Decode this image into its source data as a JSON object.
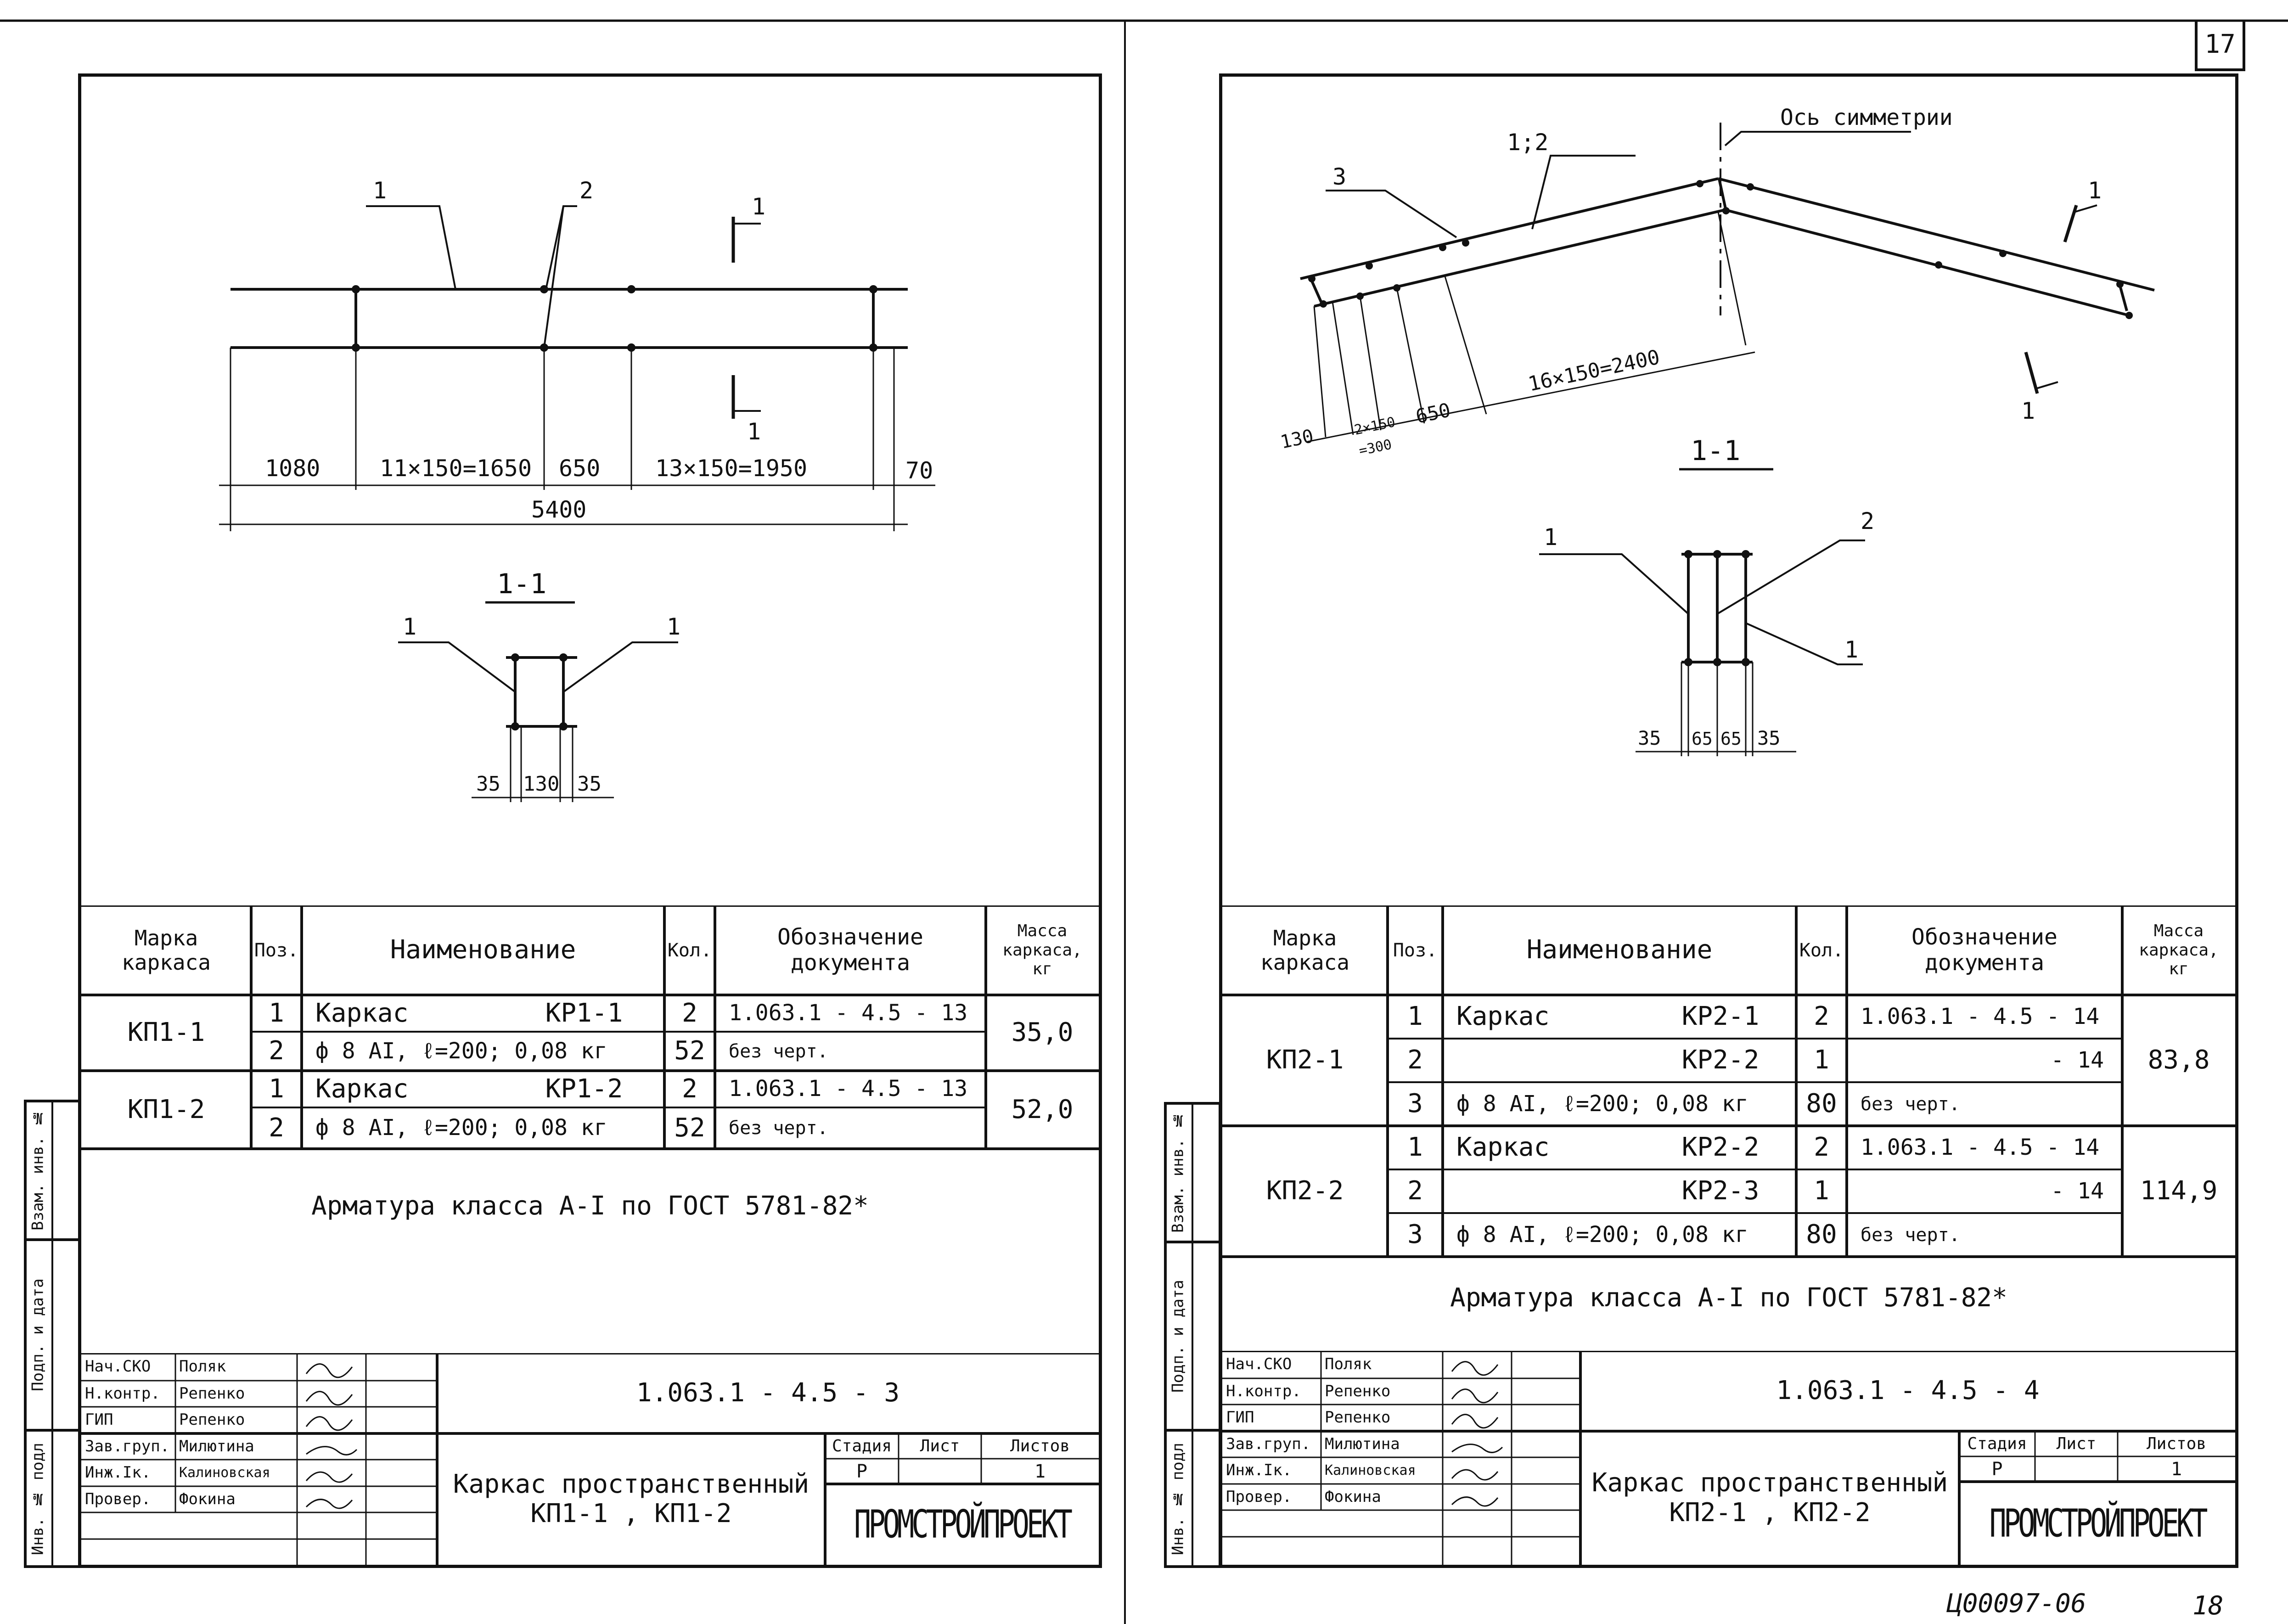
{
  "page": {
    "sheet_number": "17",
    "code": "Ц00097-06",
    "page_number": "18"
  },
  "side_labels": {
    "inv_podl": "Инв. № подл",
    "podp_data": "Подп. и дата",
    "vzam_inv": "Взам. инв. №"
  },
  "left": {
    "drawing": {
      "labels": [
        "1",
        "2",
        "1",
        "1"
      ],
      "dims": [
        "1080",
        "11×150=1650",
        "650",
        "13×150=1950",
        "70",
        "5400"
      ],
      "section_title": "1-1",
      "section_labels": [
        "1",
        "1"
      ],
      "section_dims": [
        "35",
        "130",
        "35"
      ]
    },
    "spec": {
      "headers": [
        "Марка\nкаркаса",
        "Поз.",
        "Наименование",
        "Кол.",
        "Обозначение\nдокумента",
        "Масса\nкаркаса,\nкг"
      ],
      "groups": [
        {
          "mark": "КП1-1",
          "mass": "35,0",
          "rows": [
            {
              "pos": "1",
              "name": "Каркас",
              "name2": "КР1-1",
              "qty": "2",
              "doc": "1.063.1 - 4.5 - 13"
            },
            {
              "pos": "2",
              "name": "ф 8 АI, ℓ=200; 0,08 кг",
              "name2": "",
              "qty": "52",
              "doc": "без черт."
            }
          ]
        },
        {
          "mark": "КП1-2",
          "mass": "52,0",
          "rows": [
            {
              "pos": "1",
              "name": "Каркас",
              "name2": "КР1-2",
              "qty": "2",
              "doc": "1.063.1 - 4.5 - 13"
            },
            {
              "pos": "2",
              "name": "ф 8 АI, ℓ=200; 0,08 кг",
              "name2": "",
              "qty": "52",
              "doc": "без черт."
            }
          ]
        }
      ],
      "note": "Арматура класса А-I по ГОСТ 5781-82*"
    },
    "title_block": {
      "roles": [
        "Нач.СКО",
        "Н.контр.",
        "ГИП",
        "Зав.груп.",
        "Инж.Iк.",
        "Провер."
      ],
      "names": [
        "Поляк",
        "Репенко",
        "Репенко",
        "Милютина",
        "Калиновская",
        "Фокина"
      ],
      "doc_code": "1.063.1 - 4.5 - 3",
      "title": "Каркас пространственный\nКП1-1 , КП1-2",
      "stage_label": "Стадия",
      "sheet_label": "Лист",
      "sheets_label": "Листов",
      "stage": "Р",
      "sheet": "",
      "sheets": "1",
      "org": "ПРОМСТРОЙПРОЕКТ"
    }
  },
  "right": {
    "drawing": {
      "axis_label": "Ось симметрии",
      "scale_label": "1;2",
      "labels": [
        "3",
        "1",
        "1"
      ],
      "dims": [
        "130",
        "2×150",
        "=300",
        "650",
        "16×150=2400"
      ],
      "section_title": "1-1",
      "section_labels": [
        "1",
        "2",
        "1"
      ],
      "section_dims": [
        "35",
        "65",
        "65",
        "35"
      ]
    },
    "spec": {
      "headers": [
        "Марка\nкаркаса",
        "Поз.",
        "Наименование",
        "Кол.",
        "Обозначение\nдокумента",
        "Масса\nкаркаса,\nкг"
      ],
      "groups": [
        {
          "mark": "КП2-1",
          "mass": "83,8",
          "rows": [
            {
              "pos": "1",
              "name": "Каркас",
              "name2": "КР2-1",
              "qty": "2",
              "doc": "1.063.1 - 4.5 - 14"
            },
            {
              "pos": "2",
              "name": "",
              "name2": "КР2-2",
              "qty": "1",
              "doc": "- 14"
            },
            {
              "pos": "3",
              "name": "ф 8 АI, ℓ=200; 0,08 кг",
              "name2": "",
              "qty": "80",
              "doc": "без черт."
            }
          ]
        },
        {
          "mark": "КП2-2",
          "mass": "114,9",
          "rows": [
            {
              "pos": "1",
              "name": "Каркас",
              "name2": "КР2-2",
              "qty": "2",
              "doc": "1.063.1 - 4.5 - 14"
            },
            {
              "pos": "2",
              "name": "",
              "name2": "КР2-3",
              "qty": "1",
              "doc": "- 14"
            },
            {
              "pos": "3",
              "name": "ф 8 АI, ℓ=200; 0,08 кг",
              "name2": "",
              "qty": "80",
              "doc": "без черт."
            }
          ]
        }
      ],
      "note": "Арматура класса А-I по ГОСТ 5781-82*"
    },
    "title_block": {
      "roles": [
        "Нач.СКО",
        "Н.контр.",
        "ГИП",
        "Зав.груп.",
        "Инж.Iк.",
        "Провер."
      ],
      "names": [
        "Поляк",
        "Репенко",
        "Репенко",
        "Милютина",
        "Калиновская",
        "Фокина"
      ],
      "doc_code": "1.063.1 - 4.5 - 4",
      "title": "Каркас пространственный\nКП2-1 , КП2-2",
      "stage_label": "Стадия",
      "sheet_label": "Лист",
      "sheets_label": "Листов",
      "stage": "Р",
      "sheet": "",
      "sheets": "1",
      "org": "ПРОМСТРОЙПРОЕКТ"
    }
  }
}
